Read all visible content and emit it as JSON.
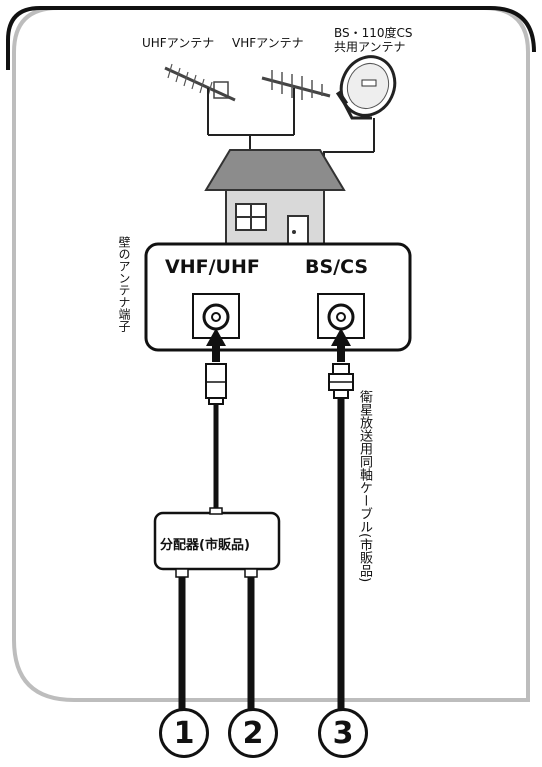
{
  "antennas": {
    "uhf": "UHFアンテナ",
    "vhf": "VHFアンテナ",
    "bs_line1": "BS・110度CS",
    "bs_line2": "共用アンテナ"
  },
  "wall_terminal": {
    "side_label": "壁のアンテナ端子",
    "port_left": "VHF/UHF",
    "port_right": "BS/CS"
  },
  "splitter": {
    "label": "分配器(市販品)"
  },
  "cable": {
    "label": "衛星放送用同軸ケーブル(市販品)"
  },
  "outputs": [
    "1",
    "2",
    "3"
  ],
  "colors": {
    "house_roof": "#8c8c8c",
    "house_wall": "#d9d9d9",
    "frame_gray": "#bdbdbd",
    "ink": "#111111"
  }
}
